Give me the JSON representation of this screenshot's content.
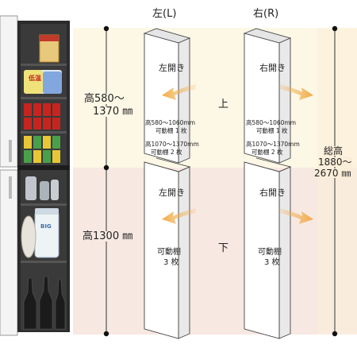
{
  "labels": {
    "left_col": "左(L)",
    "right_col": "右(R)",
    "upper_height": "高580～",
    "upper_height2": "1370 ㎜",
    "lower_height": "高1300 ㎜",
    "total_l1": "総高",
    "total_l2": "1880～",
    "total_l3": "2670 ㎜",
    "upper": "上",
    "lower": "下"
  },
  "left_panel": {
    "upper_open": "左開き",
    "upper_spec1": "高580～1060mm",
    "upper_spec2": "可動棚 1 枚",
    "upper_spec3": "高1070～1370mm",
    "upper_spec4": "可動棚 2 枚",
    "lower_open": "左開き",
    "lower_spec1": "可動棚",
    "lower_spec2": "3 枚"
  },
  "right_panel": {
    "upper_open": "右開き",
    "upper_spec1": "高580～1060mm",
    "upper_spec2": "可動棚 1 枚",
    "upper_spec3": "高1070～1370mm",
    "upper_spec4": "可動棚 2 枚",
    "lower_open": "右開き",
    "lower_spec1": "可動棚",
    "lower_spec2": "3 枚"
  },
  "product_labels": {
    "bottle_box": "低温",
    "jar": "BIG"
  },
  "colors": {
    "upper_band": "#fdf7e6",
    "lower_band": "#f7e8e2",
    "arrow": "#f0ac48",
    "cabinet_dark": "#2b2b2b"
  }
}
